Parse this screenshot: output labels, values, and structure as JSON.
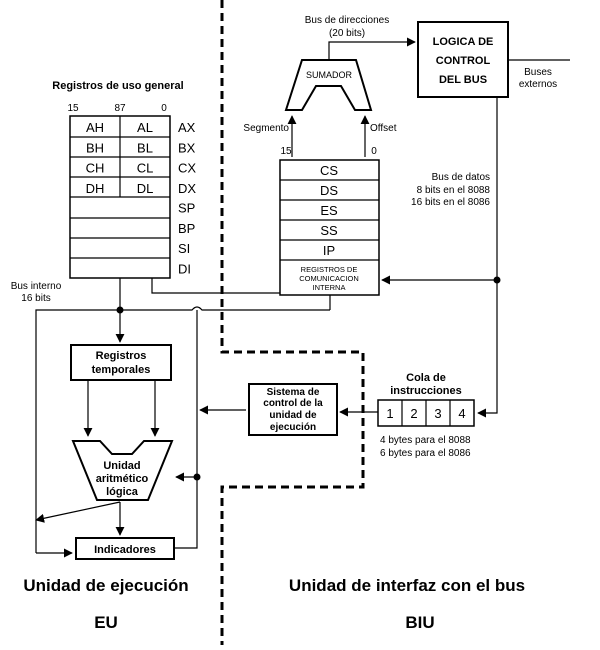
{
  "labels": {
    "gp_title": "Registros de uso general",
    "bit15": "15",
    "bit87": "87",
    "bit0": "0",
    "sumador": "SUMADOR",
    "bus_dir_1": "Bus de direcciones",
    "bus_dir_2": "(20 bits)",
    "logica_1": "LOGICA DE",
    "logica_2": "CONTROL",
    "logica_3": "DEL BUS",
    "buses_1": "Buses",
    "buses_2": "externos",
    "segmento": "Segmento",
    "offset": "Offset",
    "seg15": "15",
    "seg0": "0",
    "regcom_1": "REGISTROS DE",
    "regcom_2": "COMUNICACION",
    "regcom_3": "INTERNA",
    "busdatos_1": "Bus de datos",
    "busdatos_2": "8 bits en el 8088",
    "busdatos_3": "16 bits en el 8086",
    "businterno_1": "Bus interno",
    "businterno_2": "16 bits",
    "temp_1": "Registros",
    "temp_2": "temporales",
    "sist_1": "Sistema de",
    "sist_2": "control de la",
    "sist_3": "unidad de",
    "sist_4": "ejecución",
    "cola_1": "Cola de",
    "cola_2": "instrucciones",
    "cola_note_1": "4 bytes para el 8088",
    "cola_note_2": "6 bytes para el 8086",
    "alu_1": "Unidad",
    "alu_2": "aritmético",
    "alu_3": "lógica",
    "indicadores": "Indicadores",
    "eu_title": "Unidad de ejecución",
    "eu_abbr": "EU",
    "biu_title": "Unidad de interfaz con el bus",
    "biu_abbr": "BIU"
  },
  "gp_pairs": [
    {
      "high": "AH",
      "low": "AL",
      "name": "AX"
    },
    {
      "high": "BH",
      "low": "BL",
      "name": "BX"
    },
    {
      "high": "CH",
      "low": "CL",
      "name": "CX"
    },
    {
      "high": "DH",
      "low": "DL",
      "name": "DX"
    }
  ],
  "gp_singles": [
    "SP",
    "BP",
    "SI",
    "DI"
  ],
  "seg_regs": [
    "CS",
    "DS",
    "ES",
    "SS",
    "IP"
  ],
  "queue": [
    "1",
    "2",
    "3",
    "4"
  ]
}
